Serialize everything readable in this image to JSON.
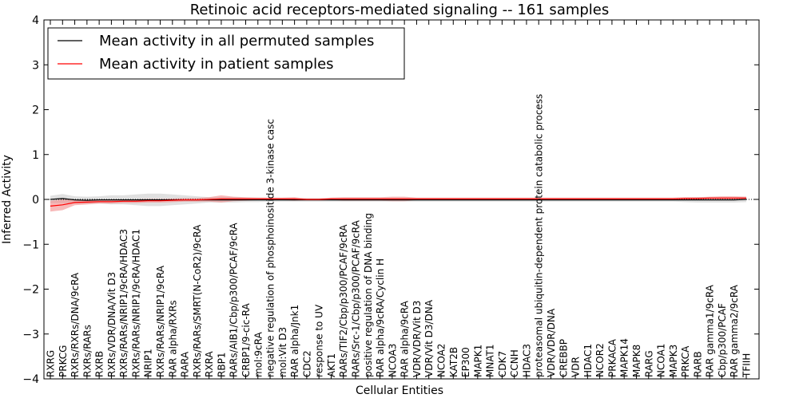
{
  "chart_data": {
    "type": "line",
    "title": "Retinoic acid receptors-mediated signaling -- 161 samples",
    "xlabel": "Cellular Entities",
    "ylabel": "Inferred Activity",
    "ylim": [
      -4,
      4
    ],
    "yticks": [
      "4",
      "3",
      "2",
      "1",
      "0",
      "−1",
      "−2",
      "−3",
      "−4"
    ],
    "grid": false,
    "legend_position": "top-left",
    "categories": [
      "RXRG",
      "PRKCG",
      "RXRs/RXRs/DNA/9cRA",
      "RXRs/RARs",
      "RXRB",
      "RXRs/VDR/DNA/Vit D3",
      "RXRs/RARs/NRIP1/9cRA/HDAC3",
      "RXRs/RARs/NRIP1/9cRA/HDAC1",
      "NRIP1",
      "RXRs/RARs/NRIP1/9cRA",
      "RAR alpha/RXRs",
      "RARA",
      "RXRs/RARs/SMRT(N-CoR2)/9cRA",
      "RXRA",
      "RBP1",
      "RARs/AIB1/Cbp/p300/PCAF/9cRA",
      "CRBP1/9-cic-RA",
      "mol:9cRA",
      "negative regulation of phosphoinositide 3-kinase casc",
      "mol:Vit D3",
      "RAR alpha/Jnk1",
      "CDC2",
      "response to UV",
      "AKT1",
      "RARs/TIF2/Cbp/p300/PCAF/9cRA",
      "RARs/Src-1/Cbp/p300/PCAF/9cRA",
      "positive regulation of DNA binding",
      "RAR alpha/9cRA/Cyclin H",
      "NCOA3",
      "RAR alpha/9cRA",
      "VDR/VDR/Vit D3",
      "VDR/Vit D3/DNA",
      "NCOA2",
      "KAT2B",
      "EP300",
      "MAPK1",
      "MNAT1",
      "CDK7",
      "CCNH",
      "HDAC3",
      "proteasomal ubiquitin-dependent protein catabolic process",
      "VDR/VDR/DNA",
      "CREBBP",
      "VDR",
      "HDAC1",
      "NCOR2",
      "PRKACA",
      "MAPK14",
      "MAPK8",
      "RARG",
      "NCOA1",
      "MAPK3",
      "PRKCA",
      "RARB",
      "RAR gamma1/9cRA",
      "Cbp/p300/PCAF",
      "RAR gamma2/9cRA",
      "TFIIH"
    ],
    "series": [
      {
        "name": "Mean activity in all permuted samples",
        "color": "#000000",
        "band_color": "#bbbbbb",
        "values": [
          0.0,
          0.02,
          -0.01,
          -0.02,
          -0.01,
          -0.01,
          -0.01,
          -0.01,
          -0.01,
          -0.01,
          -0.01,
          -0.01,
          -0.01,
          -0.01,
          -0.01,
          -0.01,
          -0.01,
          -0.01,
          -0.01,
          -0.01,
          -0.01,
          -0.01,
          -0.01,
          -0.01,
          -0.01,
          -0.01,
          -0.01,
          -0.01,
          -0.01,
          -0.01,
          -0.01,
          -0.01,
          -0.01,
          -0.01,
          -0.01,
          -0.01,
          -0.01,
          -0.01,
          -0.01,
          -0.01,
          -0.01,
          -0.01,
          -0.01,
          -0.01,
          -0.01,
          -0.01,
          -0.01,
          -0.01,
          -0.01,
          -0.01,
          -0.01,
          -0.01,
          -0.01,
          -0.01,
          -0.01,
          -0.01,
          -0.01,
          0.0
        ],
        "band": [
          0.08,
          0.1,
          0.08,
          0.08,
          0.08,
          0.1,
          0.1,
          0.12,
          0.14,
          0.14,
          0.12,
          0.1,
          0.08,
          0.06,
          0.06,
          0.06,
          0.05,
          0.05,
          0.04,
          0.04,
          0.04,
          0.04,
          0.04,
          0.04,
          0.04,
          0.04,
          0.04,
          0.04,
          0.04,
          0.04,
          0.04,
          0.04,
          0.04,
          0.04,
          0.04,
          0.04,
          0.04,
          0.04,
          0.04,
          0.04,
          0.04,
          0.04,
          0.04,
          0.04,
          0.04,
          0.04,
          0.04,
          0.04,
          0.04,
          0.04,
          0.04,
          0.04,
          0.05,
          0.06,
          0.06,
          0.06,
          0.06,
          0.06
        ]
      },
      {
        "name": "Mean activity in patient samples",
        "color": "#ff0000",
        "band_color": "#f08080",
        "values": [
          -0.15,
          -0.12,
          -0.07,
          -0.06,
          -0.05,
          -0.05,
          -0.04,
          -0.04,
          -0.03,
          -0.03,
          -0.02,
          -0.01,
          -0.01,
          0.0,
          0.01,
          0.01,
          0.01,
          0.01,
          0.01,
          0.01,
          0.01,
          0.0,
          0.0,
          0.01,
          0.01,
          0.01,
          0.01,
          0.01,
          0.01,
          0.01,
          0.01,
          0.01,
          0.01,
          0.01,
          0.01,
          0.01,
          0.01,
          0.01,
          0.01,
          0.01,
          0.01,
          0.01,
          0.01,
          0.01,
          0.01,
          0.01,
          0.01,
          0.01,
          0.01,
          0.01,
          0.01,
          0.01,
          0.02,
          0.02,
          0.03,
          0.03,
          0.03,
          0.03
        ],
        "band": [
          0.12,
          0.12,
          0.06,
          0.05,
          0.04,
          0.04,
          0.04,
          0.04,
          0.04,
          0.04,
          0.04,
          0.04,
          0.04,
          0.05,
          0.08,
          0.05,
          0.04,
          0.03,
          0.03,
          0.03,
          0.04,
          0.02,
          0.02,
          0.03,
          0.04,
          0.04,
          0.04,
          0.04,
          0.05,
          0.05,
          0.03,
          0.03,
          0.03,
          0.03,
          0.03,
          0.03,
          0.03,
          0.03,
          0.03,
          0.03,
          0.03,
          0.03,
          0.03,
          0.03,
          0.03,
          0.03,
          0.03,
          0.03,
          0.03,
          0.03,
          0.03,
          0.03,
          0.03,
          0.03,
          0.03,
          0.04,
          0.04,
          0.03
        ]
      }
    ]
  }
}
